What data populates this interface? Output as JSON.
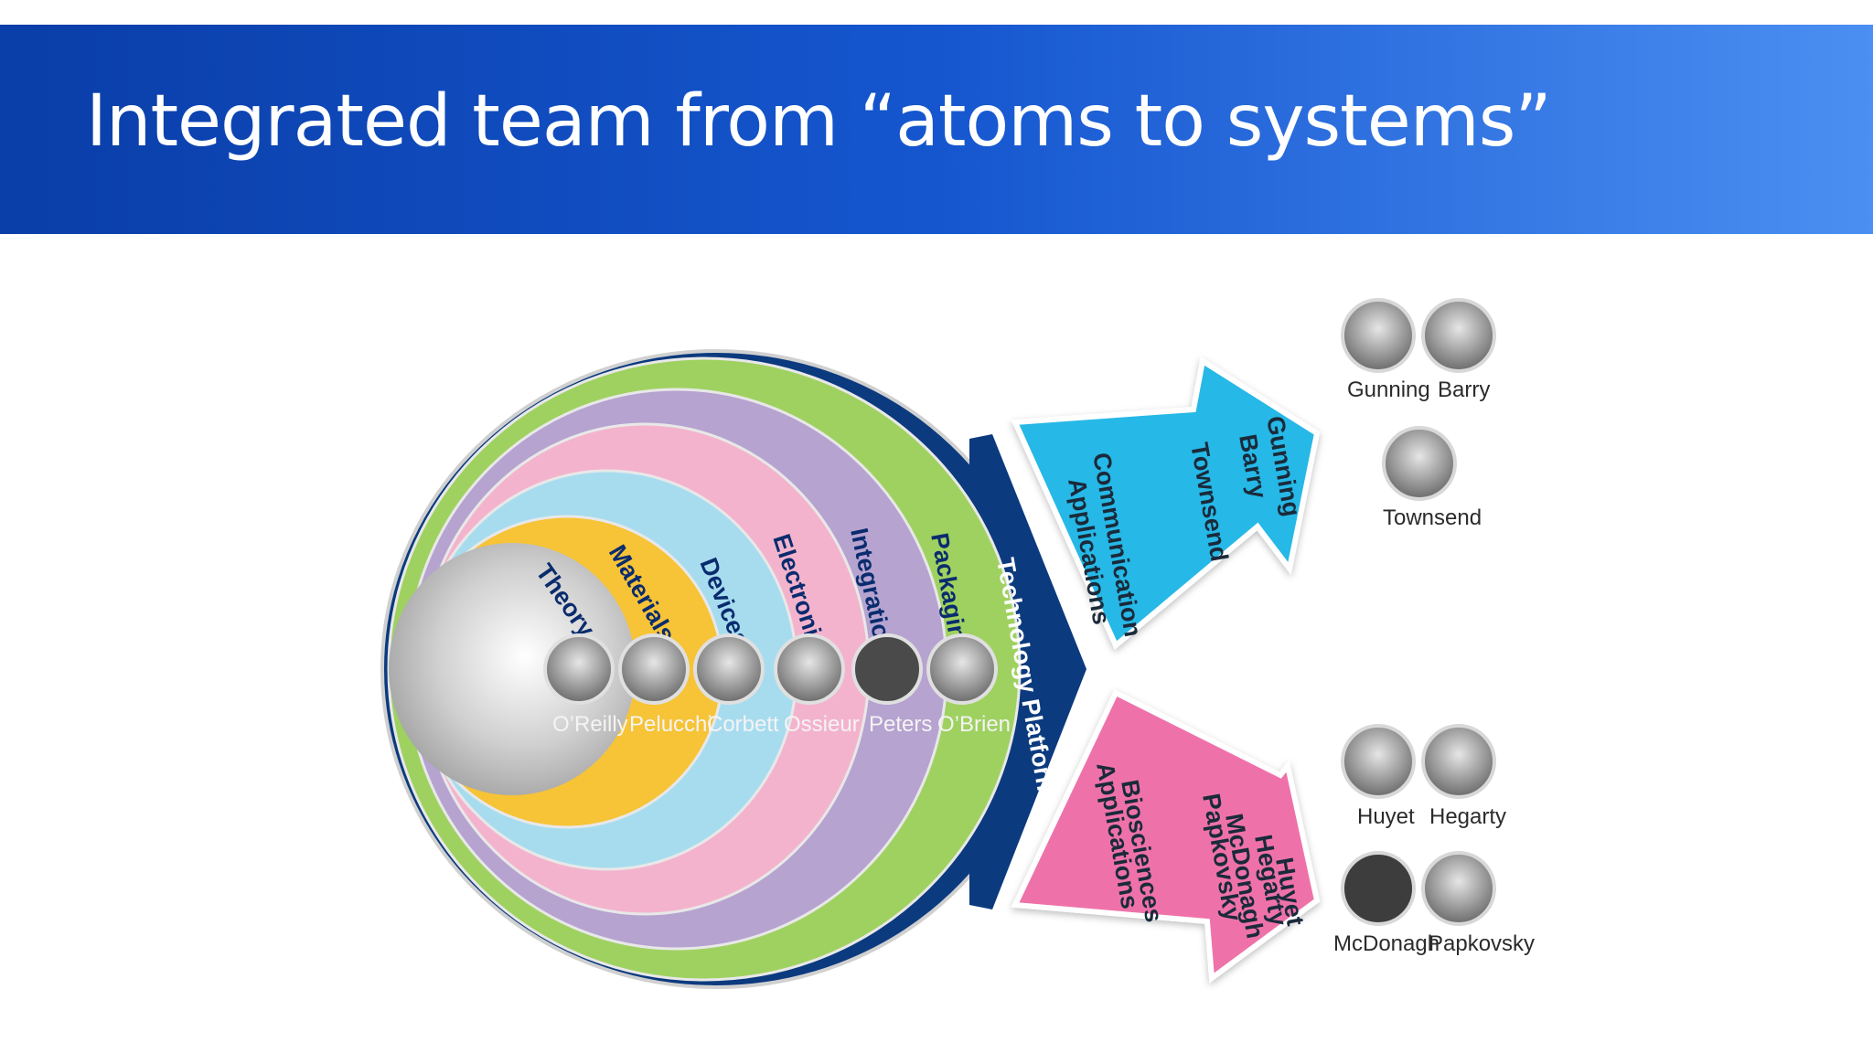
{
  "title": "Integrated team from “atoms to systems”",
  "layers": [
    {
      "label": "Theory",
      "person": "O’Reilly",
      "color": "#c9c9c9"
    },
    {
      "label": "Materials",
      "person": "Pelucchi",
      "color": "#f7c337"
    },
    {
      "label": "Devices",
      "person": "Corbett",
      "color": "#a7dcef"
    },
    {
      "label": "Electronics",
      "person": "Ossieur",
      "color": "#f4b3cd"
    },
    {
      "label": "Integration",
      "person": "Peters",
      "color": "#b6a3d0"
    },
    {
      "label": "Packaging",
      "person": "O’Brien",
      "color": "#9fd160"
    }
  ],
  "platform_label": "Technology Platforms",
  "platform_color": "#0b3a7e",
  "communication": {
    "title_line1": "Communication",
    "title_line2": "Applications",
    "names": [
      "Gunning",
      "Barry",
      "Townsend"
    ],
    "color": "#27b8e6",
    "people": [
      "Gunning",
      "Barry",
      "Townsend"
    ]
  },
  "biosciences": {
    "title_line1": "Biosciences",
    "title_line2": "Applications",
    "names": [
      "Huyet",
      "Hegarty",
      "McDonagh",
      "Papkovsky"
    ],
    "color": "#ee72a9",
    "people": [
      "Huyet",
      "Hegarty",
      "McDonagh",
      "Papkovsky"
    ]
  }
}
